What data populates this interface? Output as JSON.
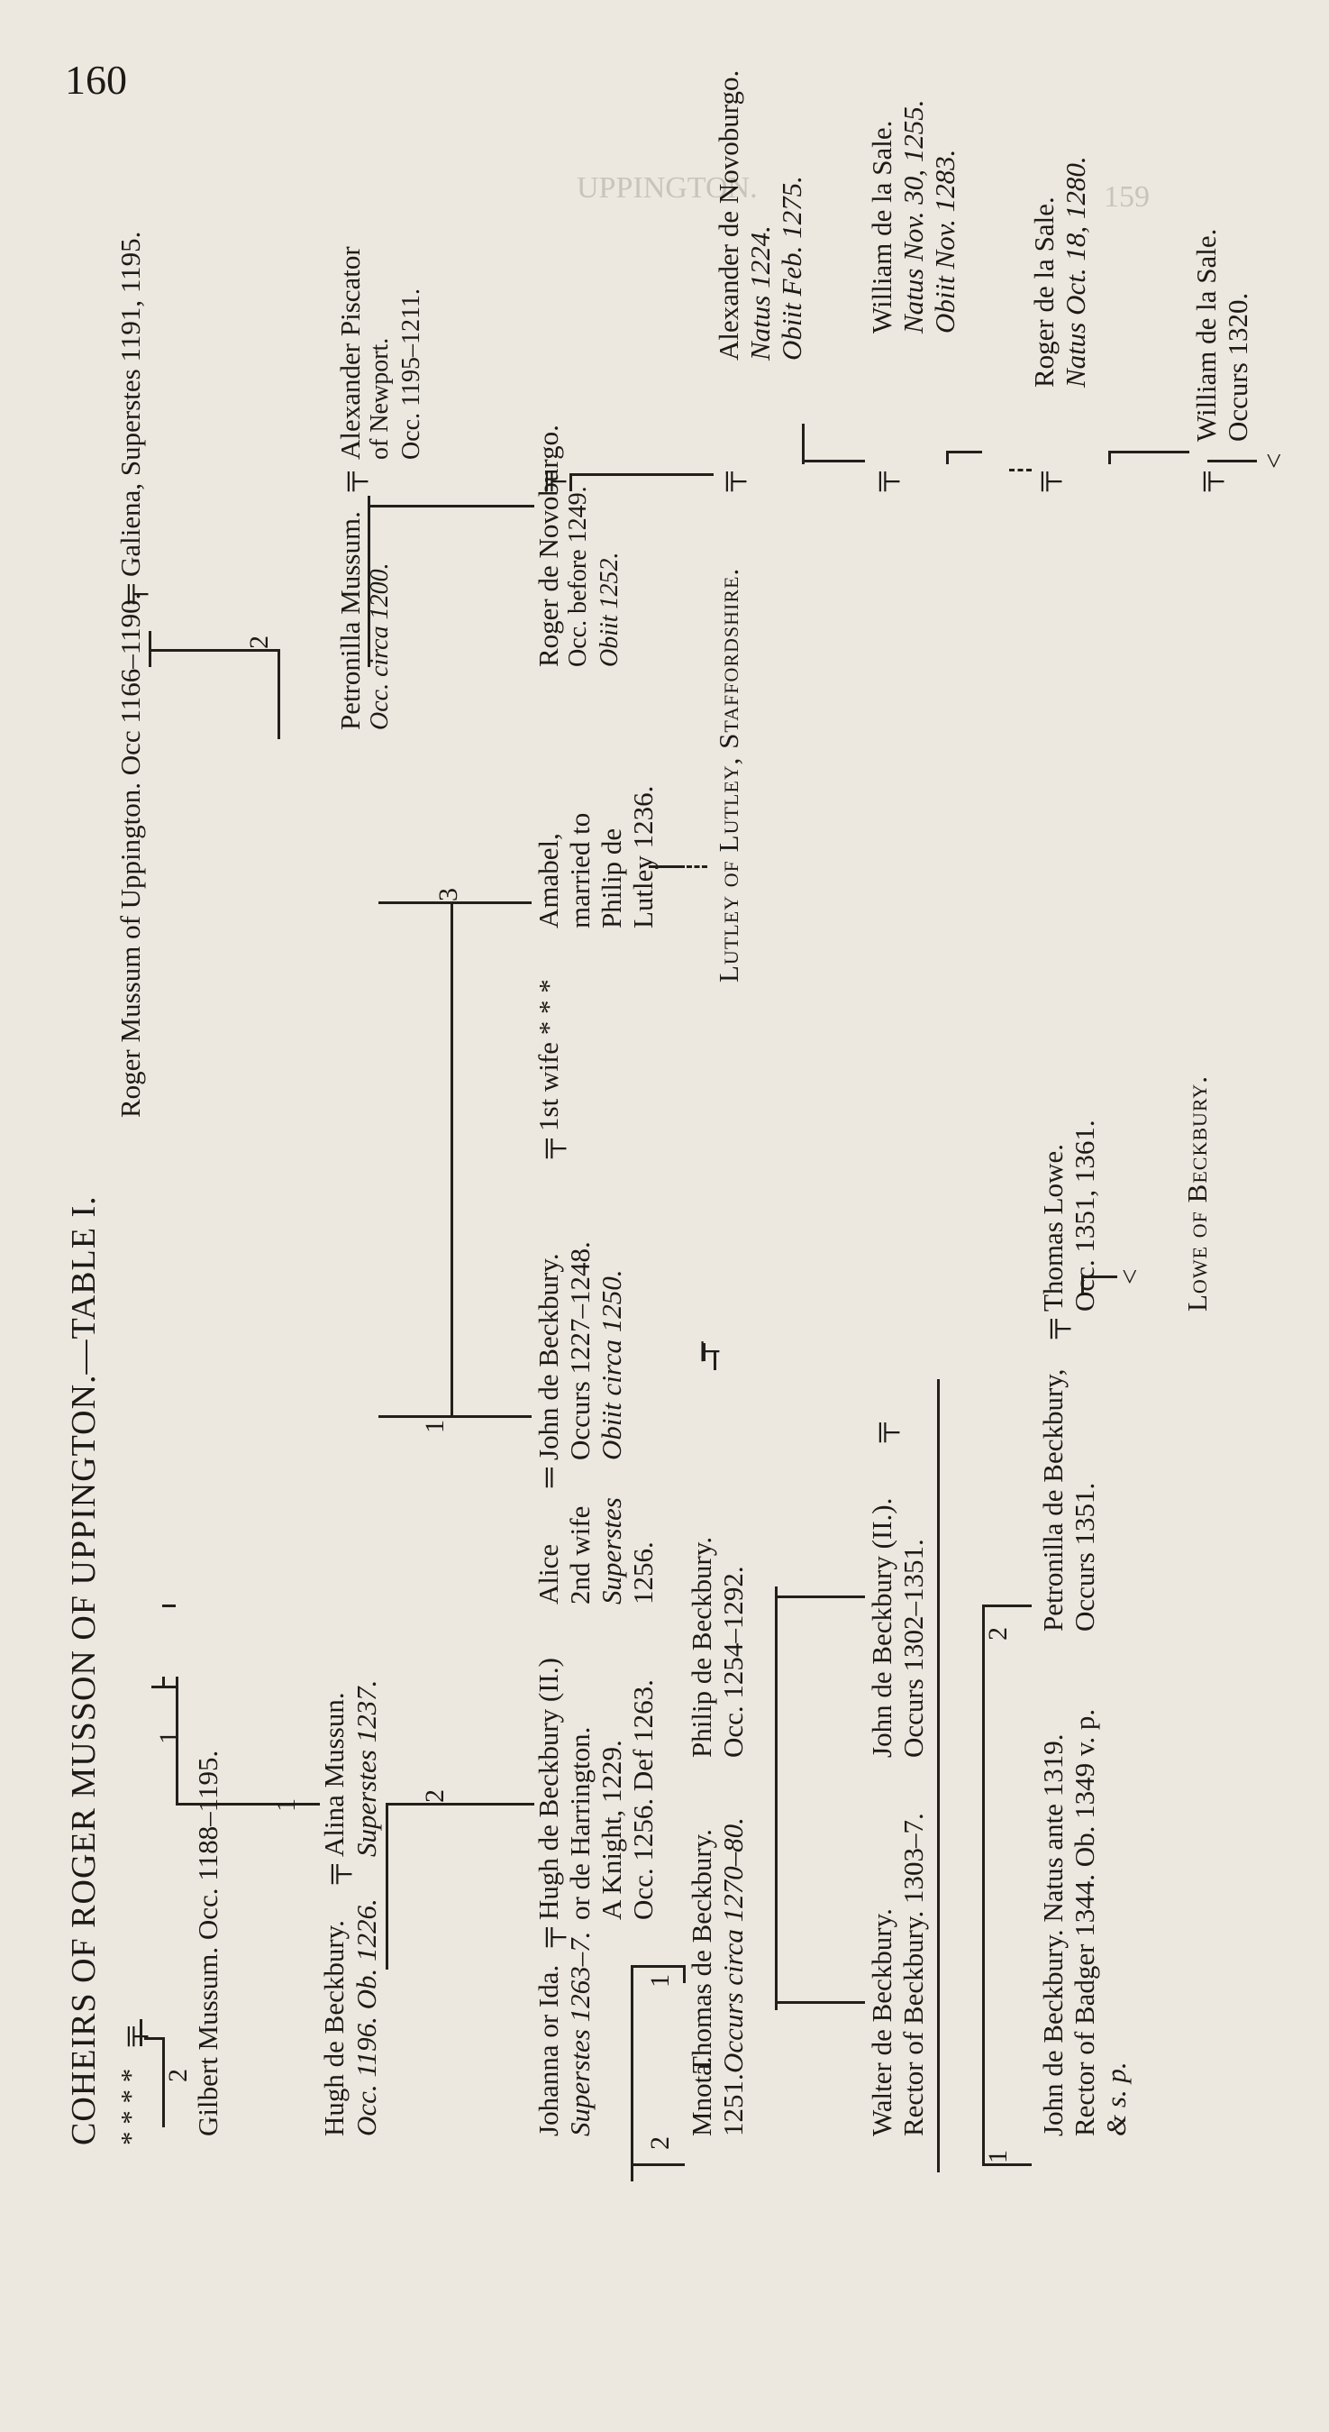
{
  "page": {
    "number": "160",
    "table_title": "COHEIRS OF ROGER MUSSON OF UPPINGTON.—TABLE I.",
    "bleed_through": [
      "UPPINGTON.",
      "159"
    ]
  },
  "top_line": {
    "stars": "* * * *",
    "roger": "Roger Mussum of Uppington. Occ 1166–1190.",
    "galiena": "Galiena, Superstes 1191, 1195."
  },
  "gen2": {
    "gilbert": "Gilbert Mussum. Occ. 1188–1195.",
    "petronilla": [
      "Petronilla Mussum.",
      "Occ. circa 1200."
    ],
    "alexander_piscator": [
      "Alexander Piscator",
      "of Newport.",
      "Occ. 1195–1211."
    ]
  },
  "gen3": {
    "hugh": [
      "Hugh de Beckbury.",
      "Occ. 1196. Ob. 1226."
    ],
    "alina": [
      "Alina Mussun.",
      "Superstes 1237."
    ],
    "roger_novoburgo": [
      "Roger de Novoburgo.",
      "Occ. before 1249.",
      "Obiit 1252."
    ]
  },
  "gen4": {
    "johanna": [
      "Johanna or Ida.",
      "Superstes 1263–7."
    ],
    "hugh_ii": [
      "Hugh de Beckbury (II.)",
      "or de Harrington.",
      "A Knight, 1229.",
      "Occ. 1256. Def 1263."
    ],
    "alice": [
      "Alice",
      "2nd wife",
      "Superstes",
      "1256."
    ],
    "john": [
      "John de Beckbury.",
      "Occurs 1227–1248.",
      "Obiit circa 1250."
    ],
    "first_wife": "1st wife * * *",
    "amabel": [
      "Amabel,",
      "married to",
      "Philip de",
      "Lutley 1236."
    ],
    "alexander_novoburgo": [
      "Alexander de Novoburgo.",
      "Natus 1224.",
      "Obiit Feb. 1275."
    ]
  },
  "gen5": {
    "mnota": [
      "Mnota.",
      "1251."
    ],
    "thomas": [
      "Thomas de Beckbury.",
      "Occurs circa 1270–80."
    ],
    "philip": [
      "Philip de Beckbury.",
      "Occ. 1254–1292."
    ],
    "lutley_label": "Lutley of Lutley, Staffordshire.",
    "william_sale": [
      "William de la Sale.",
      "Natus Nov. 30, 1255.",
      "Obiit Nov. 1283."
    ]
  },
  "gen6": {
    "walter": [
      "Walter de Beckbury.",
      "Rector of Beckbury. 1303–7."
    ],
    "john_ii": [
      "John de Beckbury (II.).",
      "Occurs 1302–1351."
    ],
    "roger_sale": [
      "Roger de la Sale.",
      "Natus Oct. 18, 1280."
    ]
  },
  "gen7": {
    "john_iii": [
      "John de Beckbury. Natus ante 1319.",
      "Rector of Badger 1344. Ob. 1349 v. p.",
      "& s. p."
    ],
    "petronilla_ii": [
      "Petronilla de Beckbury,",
      "Occurs 1351."
    ],
    "thomas_lowe": [
      "Thomas Lowe.",
      "Occ. 1351, 1361."
    ],
    "lowe_label": "Lowe of Beckbury.",
    "william_sale_ii": [
      "William de la Sale.",
      "Occurs 1320."
    ]
  },
  "numbers": {
    "n1": "1",
    "n2": "2",
    "n3": "3"
  }
}
